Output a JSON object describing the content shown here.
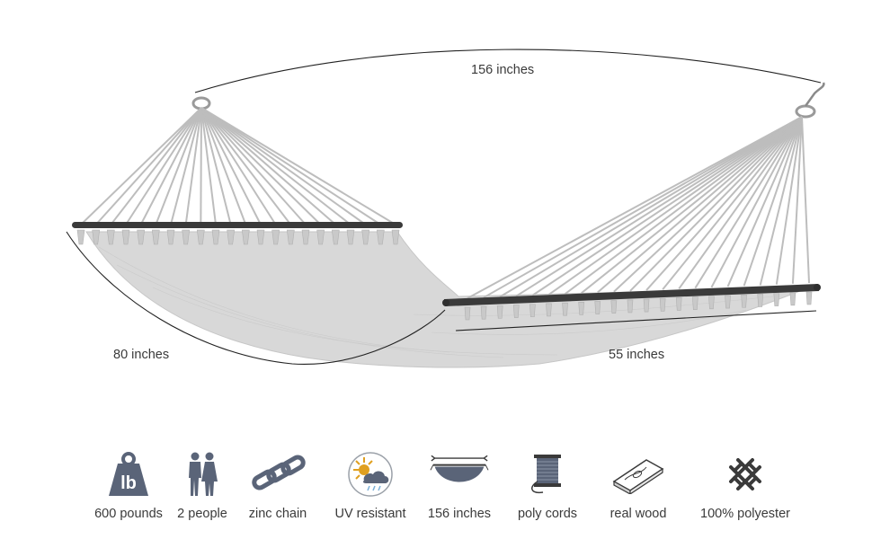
{
  "dimensions": {
    "length": "156 inches",
    "curve": "80 inches",
    "width": "55 inches"
  },
  "colors": {
    "icon_accent": "#5a6478",
    "fabric": "#d9d9d9",
    "rope": "#bdbdbd",
    "bar": "#3a3a3a",
    "line": "#2a2a2a"
  },
  "features": [
    {
      "icon": "weight-icon",
      "label": "600 pounds"
    },
    {
      "icon": "people-icon",
      "label": "2 people"
    },
    {
      "icon": "chain-icon",
      "label": "zinc chain"
    },
    {
      "icon": "uv-sun-icon",
      "label": "UV resistant"
    },
    {
      "icon": "hammock-icon",
      "label": "156 inches"
    },
    {
      "icon": "spool-icon",
      "label": "poly cords"
    },
    {
      "icon": "wood-plank-icon",
      "label": "real wood"
    },
    {
      "icon": "weave-icon",
      "label": "100% polyester"
    }
  ]
}
